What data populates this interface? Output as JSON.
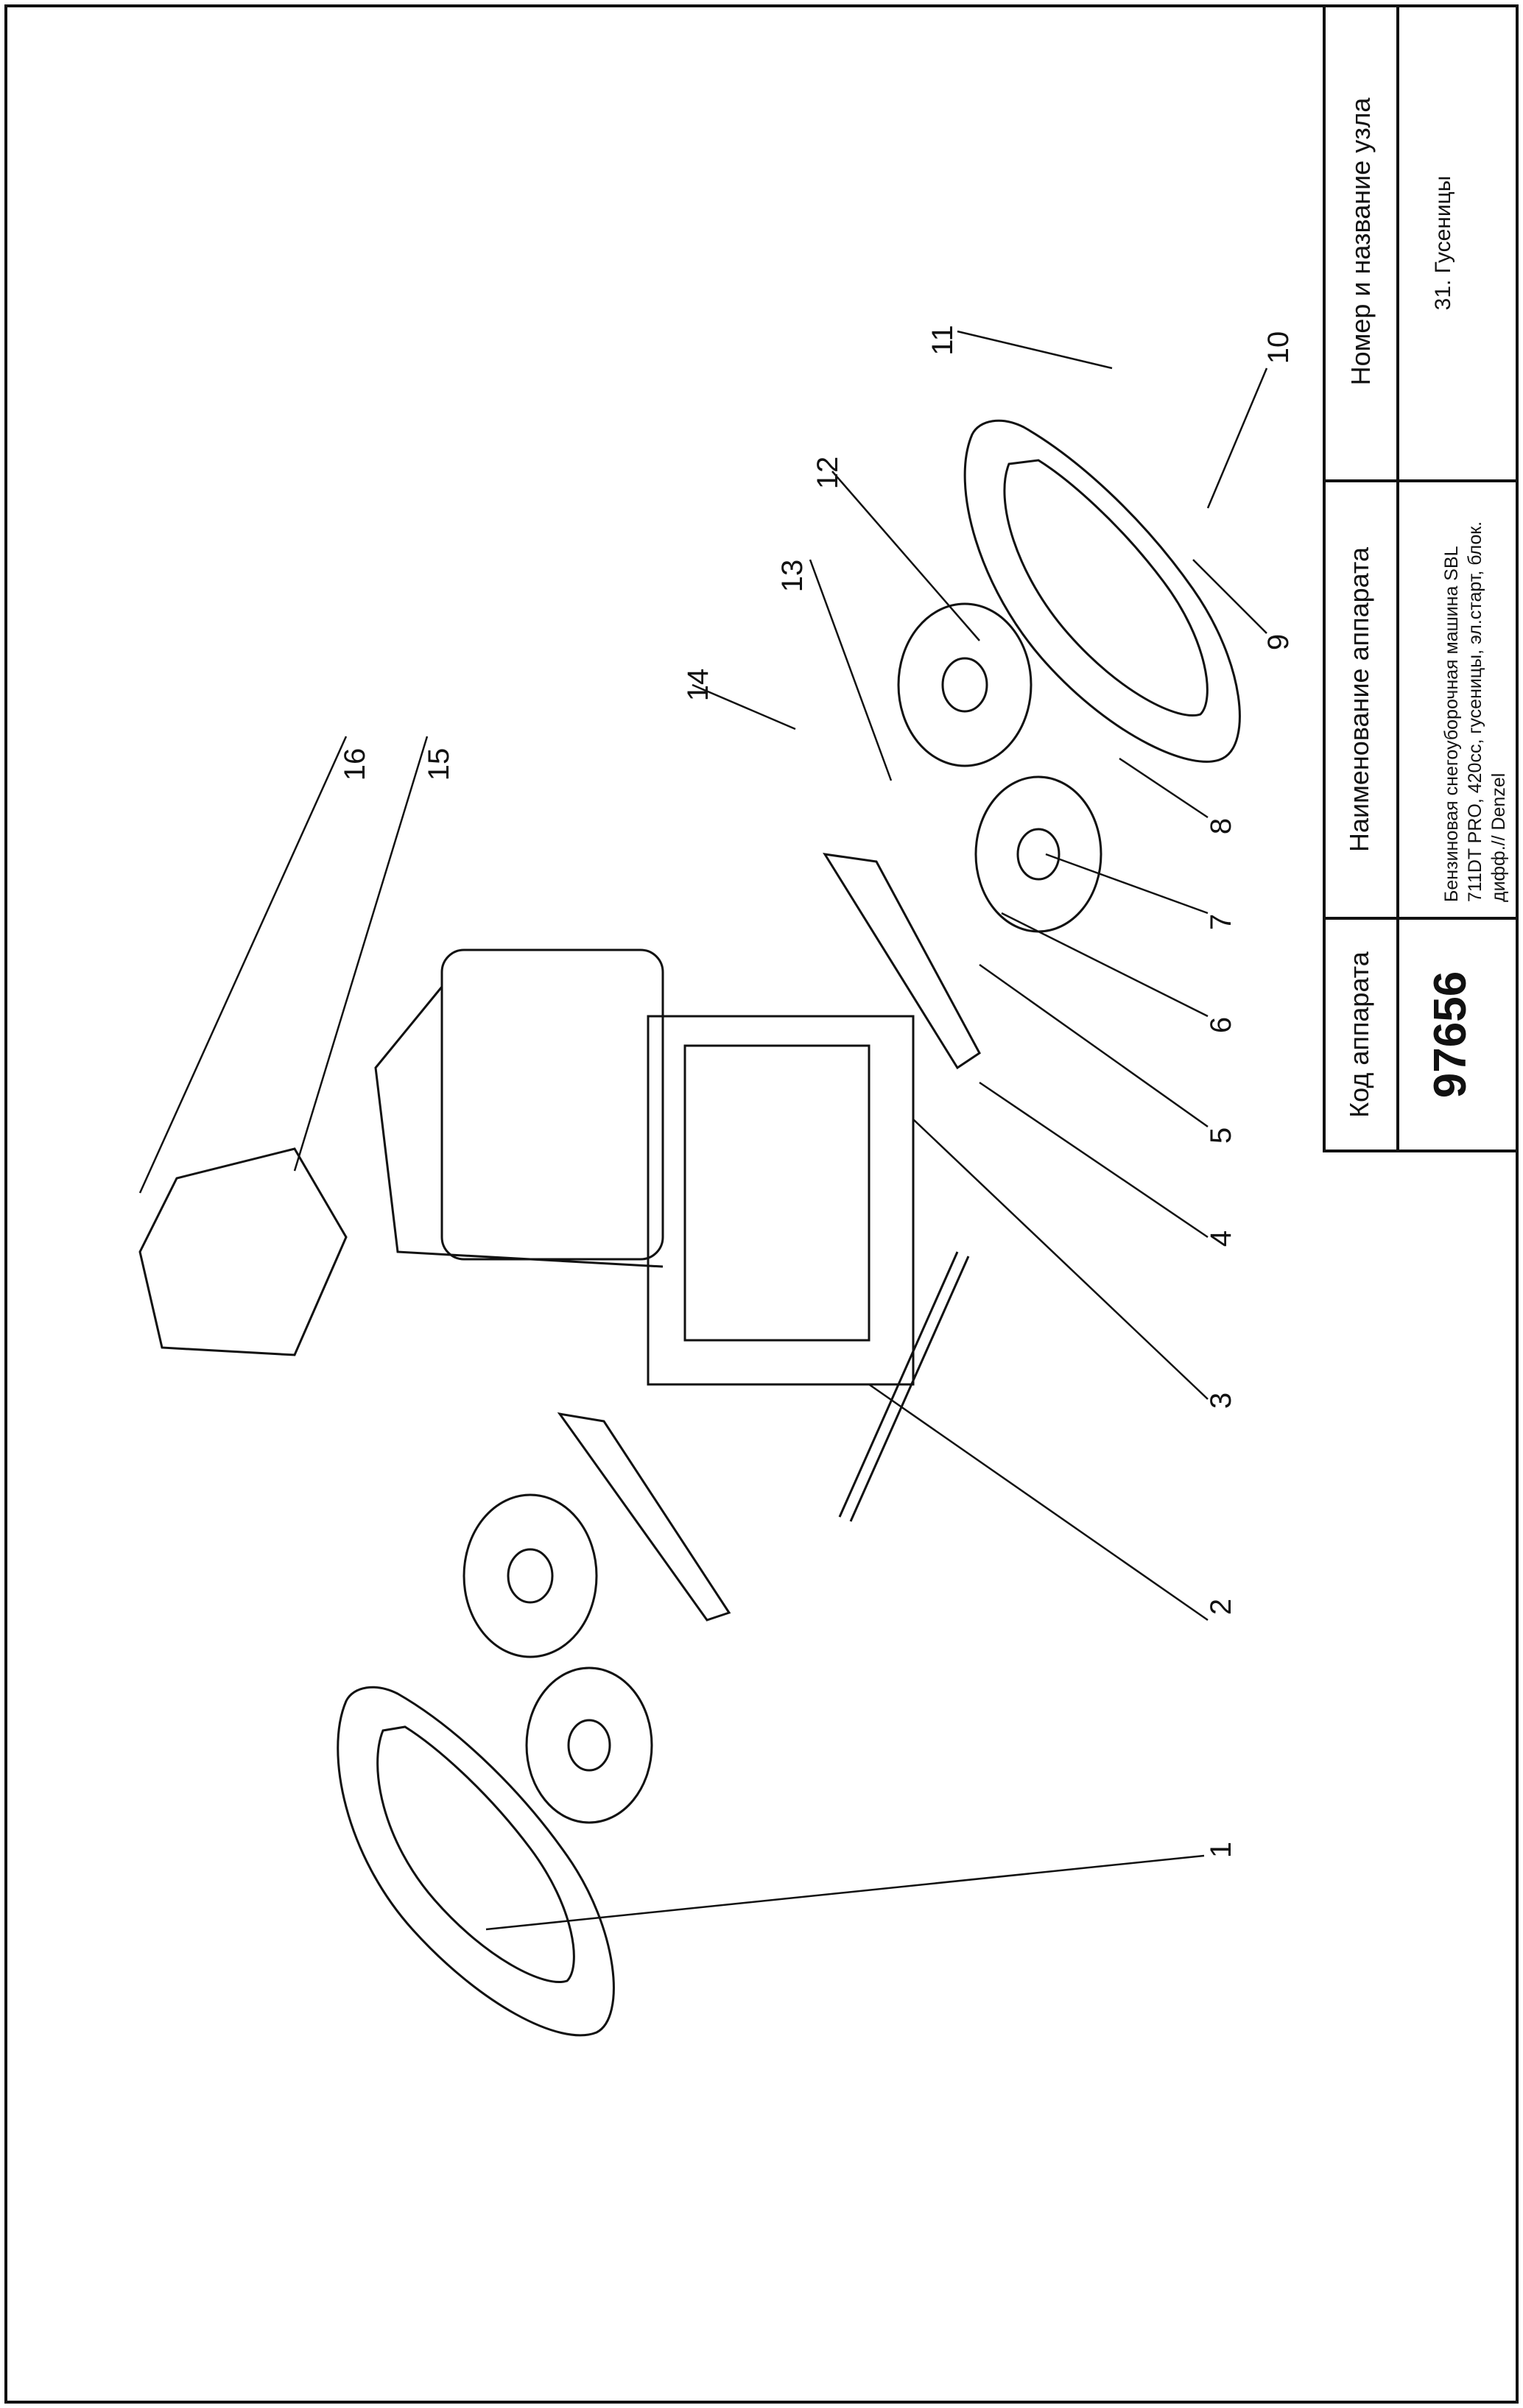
{
  "title_block": {
    "code_header": "Код аппарата",
    "code_value": "97656",
    "name_header": "Наименование аппарата",
    "name_value": "Бензиновая снегоуборочная машина SBL 711DT PRO, 420cc, гусеницы, эл.старт, блок. дифф.// Denzel",
    "unit_header": "Номер и название узла",
    "unit_value": "31. Гусеницы"
  },
  "callouts": [
    "1",
    "2",
    "3",
    "4",
    "5",
    "6",
    "7",
    "8",
    "9",
    "10",
    "11",
    "12",
    "13",
    "14",
    "15",
    "16"
  ]
}
